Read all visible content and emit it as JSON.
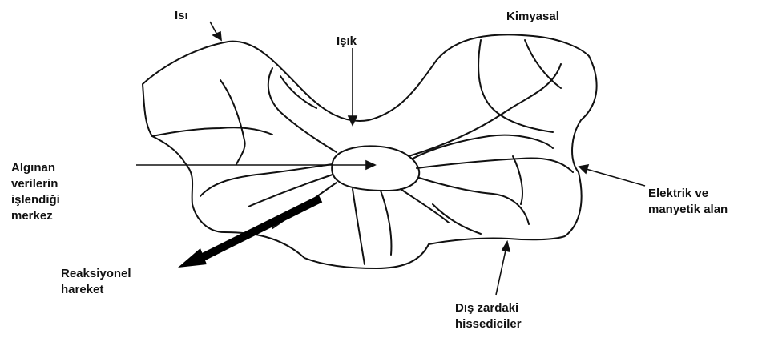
{
  "labels": {
    "heat": "Isı",
    "light": "Işık",
    "chemical": "Kimyasal",
    "center": [
      "Algınan",
      "verilerin",
      "işlendiği",
      "merkez"
    ],
    "reaction": [
      "Reaksiyonel",
      "hareket"
    ],
    "electromagnetic": [
      "Elektrik ve",
      "manyetik alan"
    ],
    "receptors": [
      "Dış zardaki",
      "hissediciler"
    ]
  },
  "colors": {
    "ink": "#111111",
    "background": "#ffffff"
  }
}
